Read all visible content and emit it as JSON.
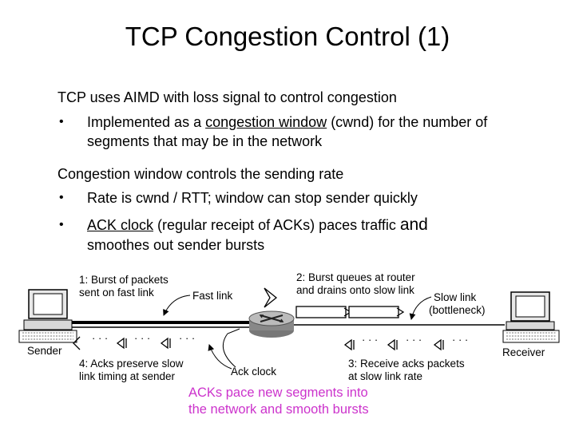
{
  "slide": {
    "title": "TCP Congestion Control (1)"
  },
  "content": {
    "para1": "TCP uses AIMD with loss signal to control congestion",
    "bullet1": {
      "pre": "Implemented as a ",
      "link": "congestion window",
      "post": " (cwnd) for the number of",
      "line2": "segments that may be in the network"
    },
    "para2": "Congestion window controls the sending rate",
    "bullet2": "Rate is cwnd / RTT; window can stop sender quickly",
    "bullet3": {
      "link": "ACK clock",
      "mid": " (regular receipt of ACKs) paces traffic ",
      "big": "and",
      "line2": "smoothes out sender bursts"
    },
    "bullet_char": "•"
  },
  "diagram": {
    "sender": "Sender",
    "receiver": "Receiver",
    "step1_l1": "1: Burst of packets",
    "step1_l2": "sent on fast link",
    "fast_link": "Fast link",
    "step2_l1": "2: Burst queues at router",
    "step2_l2": "and drains onto slow link",
    "slow_link_l1": "Slow link",
    "slow_link_l2": "(bottleneck)",
    "step4_l1": "4: Acks preserve slow",
    "step4_l2": "link timing at sender",
    "ack_clock": "Ack clock",
    "step3_l1": "3: Receive acks packets",
    "step3_l2": "at slow link rate",
    "dots": "· · ·"
  },
  "caption": {
    "line1": "ACKs pace new segments into",
    "line2": "the network and smooth bursts",
    "color": "#cc33cc"
  }
}
